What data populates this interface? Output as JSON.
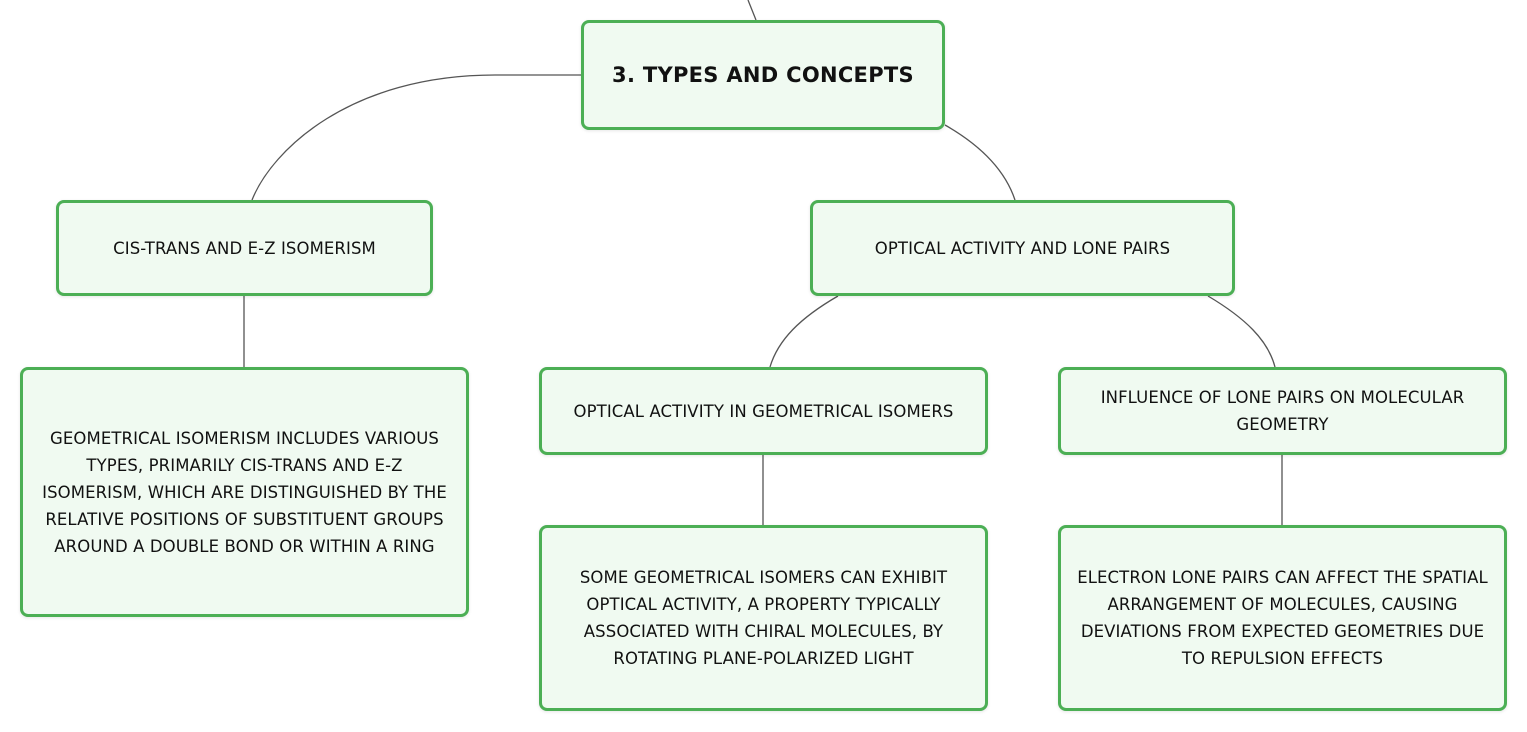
{
  "diagram": {
    "root": {
      "label": "3. TYPES AND CONCEPTS"
    },
    "branches": [
      {
        "label": "CIS-TRANS AND E-Z ISOMERISM",
        "detail": "GEOMETRICAL ISOMERISM INCLUDES VARIOUS TYPES, PRIMARILY CIS-TRANS AND E-Z ISOMERISM, WHICH ARE DISTINGUISHED BY THE RELATIVE POSITIONS OF SUBSTITUENT GROUPS AROUND A DOUBLE BOND OR WITHIN A RING"
      },
      {
        "label": "OPTICAL ACTIVITY AND LONE PAIRS",
        "children": [
          {
            "label": "OPTICAL ACTIVITY IN GEOMETRICAL ISOMERS",
            "detail": "SOME GEOMETRICAL ISOMERS CAN EXHIBIT OPTICAL ACTIVITY, A PROPERTY TYPICALLY ASSOCIATED WITH CHIRAL MOLECULES, BY ROTATING PLANE-POLARIZED LIGHT"
          },
          {
            "label": "INFLUENCE OF LONE PAIRS ON MOLECULAR GEOMETRY",
            "detail": "ELECTRON LONE PAIRS CAN AFFECT THE SPATIAL ARRANGEMENT OF MOLECULES, CAUSING DEVIATIONS FROM EXPECTED GEOMETRIES DUE TO REPULSION EFFECTS"
          }
        ]
      }
    ]
  },
  "colors": {
    "node_border": "#4caf55",
    "node_fill": "#f0faf1",
    "connector": "#555555",
    "text": "#111111"
  }
}
